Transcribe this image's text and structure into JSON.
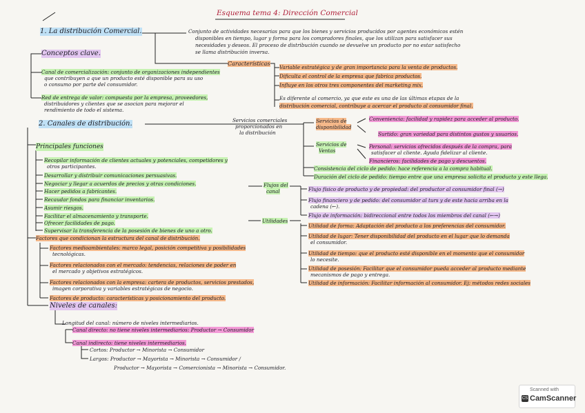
{
  "title": "Esquema tema 4: Dirección Comercial",
  "s1": {
    "head": "1. La distribución Comercial.",
    "def1": "Conjunto de actividades necesarias para que los bienes y servicios producidos por agentes económicos estén",
    "def2": "disponibles en tiempo, lugar y forma para los compradores finales, que los utilizan para satisfacer sus",
    "def3": "necesidades y deseos. El proceso de distribución cuando se devuelve un producto por no estar satisfecho",
    "def4": "se llama distribución inversa.",
    "conceptos": "Conceptos clave.",
    "canal1": "Canal de comercialización: conjunto de organizaciones independientes",
    "canal2": "que contribuyen a que un producto esté disponible para su uso",
    "canal3": "o consumo por parte del consumidor.",
    "red1": "Red de entrega de valor: compuesta por la empresa, proveedores,",
    "red2": "distribuidores y clientes que se asocian para mejorar el",
    "red3": "rendimiento de todo el sistema.",
    "car_head": "Características",
    "car1": "Variable estratégica y de gran importancia para la venta de productos.",
    "car2": "Dificulta el control de la empresa que fabrica productos.",
    "car3": "Influye en los otros tres componentes del marketing mix.",
    "car4": "Es diferente al comercio, ya que este es una de las últimas etapas de la",
    "car5": "distribución comercial, contribuye a acercar el producto al consumidor final."
  },
  "s2": {
    "head": "2. Canales de distribución.",
    "servicios": [
      "Servicios comerciales",
      "proporcionados en",
      "la distribución"
    ],
    "disp_head": [
      "Servicios de",
      "disponibilidad"
    ],
    "conv": "Conveniencia: facilidad y rapidez para acceder al producto.",
    "surt": "Surtido: gran variedad para distintos gustos y usuarios.",
    "ventas_head": [
      "Servicios de",
      "Ventas"
    ],
    "pers1": "Personal: servicios ofrecidos después de la compra, para",
    "pers2": "satisfacer al cliente. Ayuda fidelizar al cliente.",
    "fin": "Financieros: facilidades de pago y descuentos.",
    "cons": "Consistencia del ciclo de pedido: hace referencia a la compra habitual.",
    "dur": "Duración del ciclo de pedido: tiempo entre que una empresa solicita el producto y este llega.",
    "principales": "Principales funciones",
    "funcs": [
      "Recopilar información de clientes actuales y potenciales, competidores y",
      "otros participantes.",
      "Desarrollar y distribuir comunicaciones persuasivas.",
      "Negociar y llegar a acuerdos de precios y otras condiciones.",
      "Hacer pedidos a fabricantes.",
      "Recaudar fondos para financiar inventarios.",
      "Asumir riesgos.",
      "Facilitar el almacenamiento y transporte.",
      "Ofrecer facilidades de pago.",
      "Supervisar la transferencia de la posesión de bienes de uno a otro."
    ],
    "flujos": [
      "Flujos del",
      "canal"
    ],
    "flujo1": "Flujo físico de producto y de propiedad: del productor al consumidor final (→)",
    "flujo2": "Flujo financiero y de pedido: del consumidor al turs y de este hacia arriba en la",
    "flujo2b": "cadena (←).",
    "flujo3": "Flujo de información: bidireccional entre todos los miembros del canal (←→)",
    "utilidades": "Utilidades",
    "util1": "Utilidad de forma: Adaptación del producto a los preferencias del consumidor.",
    "util2": "Utilidad de lugar: Tener disponibilidad del producto en el lugar que lo demanda",
    "util2b": "el consumidor.",
    "util3": "Utilidad de tiempo: que el producto esté disponible en el momento que el consumidor",
    "util3b": "lo necesite.",
    "util4": "Utilidad de posesión: Facilitar que el consumidor pueda acceder al producto mediante",
    "util4b": "mecanismos de pago y entrega.",
    "util5": "Utilidad de información: Facilitar información al consumidor. Ej: métodos redes sociales",
    "factores_head": "Factores que condicionan la estructura del canal de distribución.",
    "fac1": "Factores medioambientales: marco legal, posición competitiva y posibilidades",
    "fac1b": "tecnológicas.",
    "fac2": "Factores relacionados con el mercado: tendencias, relaciones de poder en",
    "fac2b": "el mercado y objetivos estratégicos.",
    "fac3": "Factores relacionados con la empresa: cartera de productos, servicios prestados,",
    "fac3b": "imagen corporativa y variables estratégicas de negocio.",
    "fac4": "Factores de producto: características y posicionamiento del producto.",
    "niveles": "Niveles de canales:",
    "longitud": "Longitud del canal: número de niveles intermediarios.",
    "directo": "Canal directo: no tiene niveles intermediarios: Productor → Consumidor",
    "indirecto": "Canal indirecto: tiene niveles intermediarios.",
    "cortos": "Cortos: Productor → Minorista → Consumidor",
    "largos": "Largos: Productor → Mayorista → Minorista → Consumidor /",
    "largos2": "Productor → Mayorista → Comercionista → Minorista → Consumidor."
  },
  "badge": {
    "top": "Scanned with",
    "brand": "CamScanner",
    "logo": "CS"
  },
  "colors": {
    "title": "#b0203a",
    "blue": "#bfe0f5",
    "green": "#c6f2b2",
    "orange": "#f6b98a",
    "magenta": "#f39ad7"
  }
}
